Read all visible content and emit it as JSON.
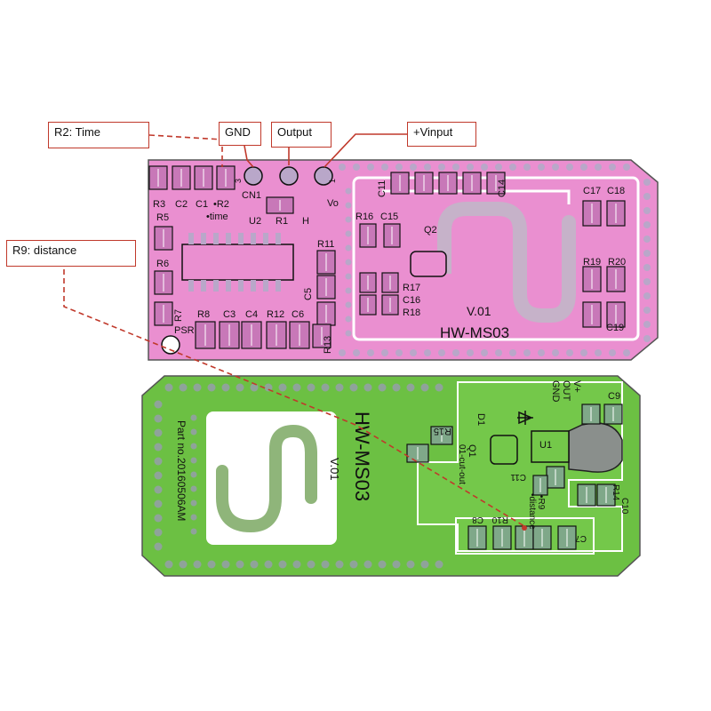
{
  "callouts": {
    "r2": "R2: Time",
    "gnd": "GND",
    "output": "Output",
    "vinput": "+Vinput",
    "r9": "R9: distance"
  },
  "colors": {
    "pink_board": "#ea8fd0",
    "green_board": "#6cc043",
    "callout_red": "#c0392b"
  },
  "top_board": {
    "title": "HW-MS03",
    "version": "V.01",
    "connector": "CN1",
    "vo": "Vo",
    "h": "H",
    "psr": "PSR",
    "labels": {
      "r3": "R3",
      "c2": "C2",
      "c1": "C1",
      "r2": "•R2",
      "time": "•time",
      "r5": "R5",
      "r6": "R6",
      "r7": "R7",
      "u2": "U2",
      "r1": "R1",
      "r11": "R11",
      "c5": "C5",
      "r8": "R8",
      "c3": "C3",
      "c4": "C4",
      "r12": "R12",
      "c6": "C6",
      "r13": "R13",
      "c11": "C11",
      "c14": "C14",
      "r16": "R16",
      "c15": "C15",
      "q2": "Q2",
      "r17": "R17",
      "c16": "C16",
      "r18": "R18",
      "c17": "C17",
      "c18": "C18",
      "r19": "R19",
      "r20": "R20",
      "c19": "C19",
      "pin3": "3",
      "pin1": "1"
    }
  },
  "bottom_board": {
    "title": "HW-MS03",
    "version": "V.01",
    "part_no": "Part no.20160506AM",
    "labels": {
      "gnd": "GND",
      "out": "OUT",
      "vplus": "V+",
      "c9": "C9",
      "r15": "R15",
      "d1": "D1",
      "u1": "U1",
      "q1": "Q1",
      "c11": "C11",
      "cut_out": "01-cut-out",
      "r14": "R14",
      "c10": "C10",
      "r9": "•R9",
      "distance": "•distance",
      "r10": "R10",
      "c8": "C8",
      "c7": "C7"
    }
  }
}
